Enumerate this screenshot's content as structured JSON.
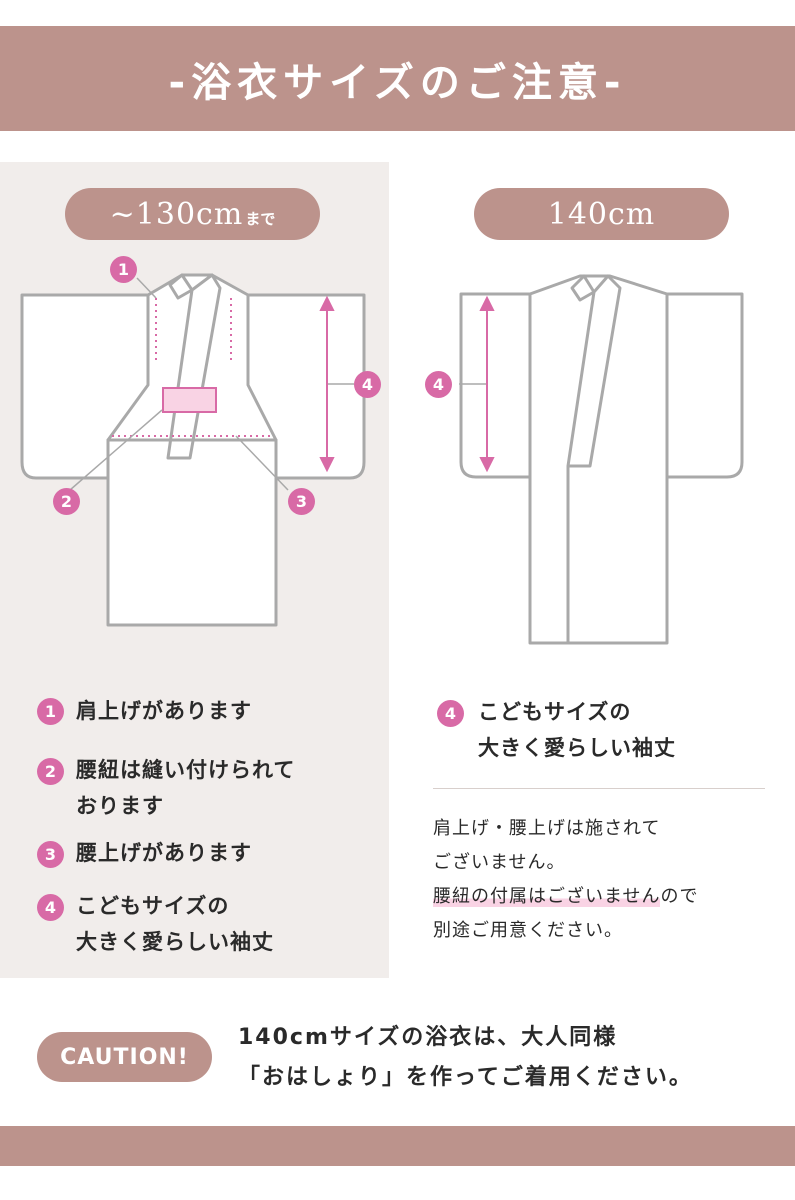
{
  "header": {
    "title": "-浴衣サイズのご注意-"
  },
  "left": {
    "size_label": "~130cm",
    "size_suffix": "まで",
    "callouts": [
      "1",
      "2",
      "3",
      "4"
    ],
    "items": [
      {
        "num": "1",
        "lines": [
          "肩上げがあります"
        ]
      },
      {
        "num": "2",
        "lines": [
          "腰紐は縫い付けられて",
          "おります"
        ]
      },
      {
        "num": "3",
        "lines": [
          "腰上げがあります"
        ]
      },
      {
        "num": "4",
        "lines": [
          "こどもサイズの",
          "大きく愛らしい袖丈"
        ]
      }
    ]
  },
  "right": {
    "size_label": "140cm",
    "callouts": [
      "4"
    ],
    "item": {
      "num": "4",
      "lines": [
        "こどもサイズの",
        "大きく愛らしい袖丈"
      ]
    },
    "note": {
      "line1": "肩上げ・腰上げは施されて",
      "line2": "ございません。",
      "line3_highlight": "腰紐の付属はございません",
      "line3_rest": "ので",
      "line4": "別途ご用意ください。"
    }
  },
  "caution": {
    "badge": "CAUTION!",
    "line1": "140cmサイズの浴衣は、大人同様",
    "line2": "「おはしょり」を作ってご着用ください。"
  },
  "colors": {
    "accent": "#bc938c",
    "pink": "#d86aa6",
    "panel": "#f1edeb",
    "outline": "#a9a9a9"
  }
}
